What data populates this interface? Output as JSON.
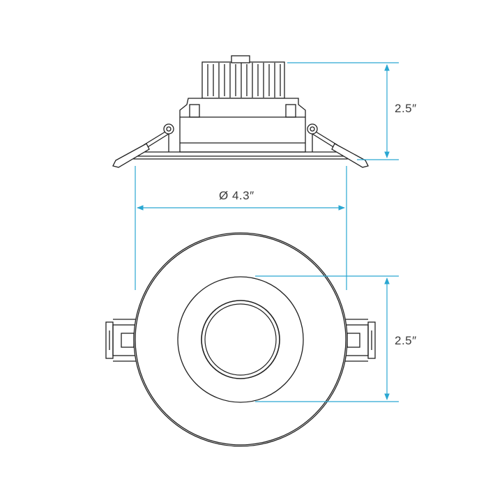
{
  "colors": {
    "outline": "#1f1f1f",
    "dimension": "#2aa7d2",
    "label": "#3a3a3a",
    "background": "#ffffff"
  },
  "views": {
    "side": {
      "name": "side-elevation"
    },
    "front": {
      "name": "front-view"
    }
  },
  "dimensions": {
    "height_side": "2.5″",
    "diameter": "Ø 4.3″",
    "height_front": "2.5″"
  }
}
